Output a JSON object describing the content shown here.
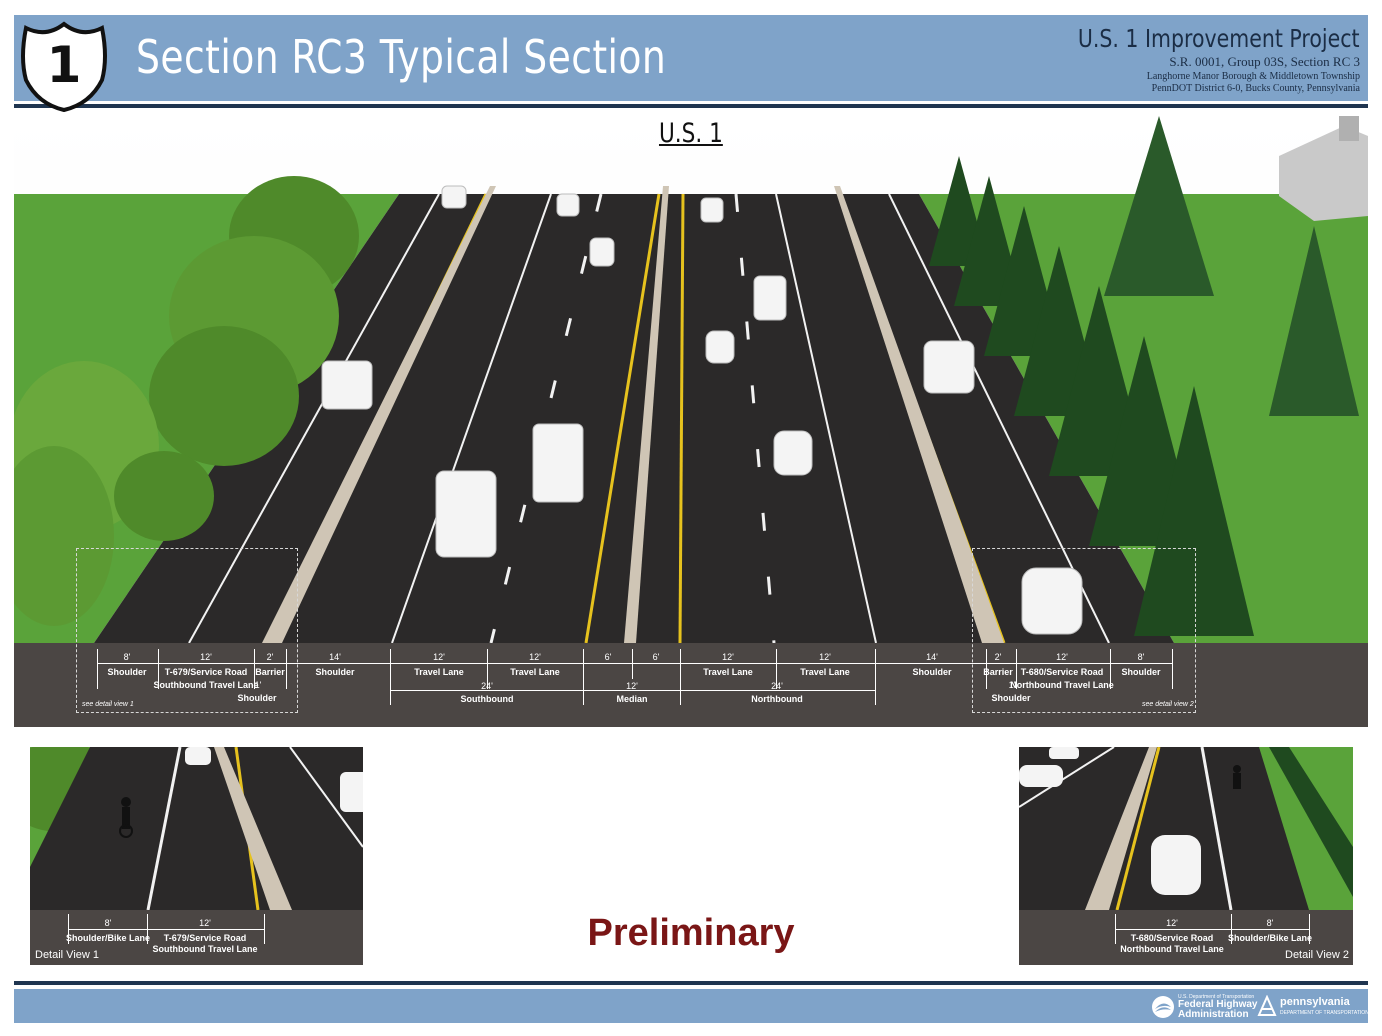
{
  "header": {
    "shield_number": "1",
    "title": "Section RC3 Typical Section",
    "project_title": "U.S. 1 Improvement Project",
    "project_sub1": "S.R. 0001, Group 03S, Section RC 3",
    "project_sub2": "Langhorne Manor Borough & Middletown Township",
    "project_sub3": "PennDOT District 6-0, Bucks County, Pennsylvania"
  },
  "route_label": "U.S. 1",
  "main_dimensions": {
    "shoulder_left_width": "8'",
    "shoulder_left_label": "Shoulder",
    "service_left_width": "12'",
    "service_left_label1": "T-679/Service Road",
    "service_left_label2": "Southbound Travel Lane",
    "barrier_left_width": "2'",
    "barrier_left_label": "Barrier",
    "shoulder_small_left_width": "1'",
    "shoulder_small_left_label": "Shoulder",
    "sb_shoulder_width": "14'",
    "sb_shoulder_label": "Shoulder",
    "sb_lane1_width": "12'",
    "sb_lane1_label": "Travel Lane",
    "sb_lane2_width": "12'",
    "sb_lane2_label": "Travel Lane",
    "sb_total_width": "24'",
    "sb_total_label": "Southbound",
    "median_left_width": "6'",
    "median_right_width": "6'",
    "median_total_width": "12'",
    "median_label": "Median",
    "nb_lane1_width": "12'",
    "nb_lane1_label": "Travel Lane",
    "nb_lane2_width": "12'",
    "nb_lane2_label": "Travel Lane",
    "nb_total_width": "24'",
    "nb_total_label": "Northbound",
    "nb_shoulder_width": "14'",
    "nb_shoulder_label": "Shoulder",
    "barrier_right_width": "2'",
    "barrier_right_label": "Barrier",
    "shoulder_small_right_width": "1'",
    "shoulder_small_right_label": "Shoulder",
    "service_right_width": "12'",
    "service_right_label1": "T-680/Service Road",
    "service_right_label2": "Northbound Travel Lane",
    "shoulder_right_width": "8'",
    "shoulder_right_label": "Shoulder",
    "see_detail_1": "see detail view 1",
    "see_detail_2": "see detail view 2"
  },
  "detail1": {
    "caption": "Detail View 1",
    "shoulder_width": "8'",
    "shoulder_label": "Shoulder/Bike Lane",
    "service_width": "12'",
    "service_label1": "T-679/Service Road",
    "service_label2": "Southbound Travel Lane"
  },
  "detail2": {
    "caption": "Detail View 2",
    "service_width": "12'",
    "service_label1": "T-680/Service Road",
    "service_label2": "Northbound Travel Lane",
    "shoulder_width": "8'",
    "shoulder_label": "Shoulder/Bike Lane"
  },
  "stamp": "Preliminary",
  "footer": {
    "fhwa_small": "U.S. Department of Transportation",
    "fhwa_line1": "Federal Highway",
    "fhwa_line2": "Administration",
    "penn_name": "pennsylvania",
    "penn_small": "DEPARTMENT OF TRANSPORTATION"
  },
  "colors": {
    "header_blue": "#7fa3c9",
    "navy_rule": "#1f3550",
    "asphalt": "#2b2929",
    "grass": "#5aa33a",
    "yellow_line": "#e6c21e",
    "preliminary_red": "#7a1616"
  },
  "icons": [
    "us-route-shield-icon",
    "fhwa-logo-icon",
    "penndot-logo-icon"
  ]
}
